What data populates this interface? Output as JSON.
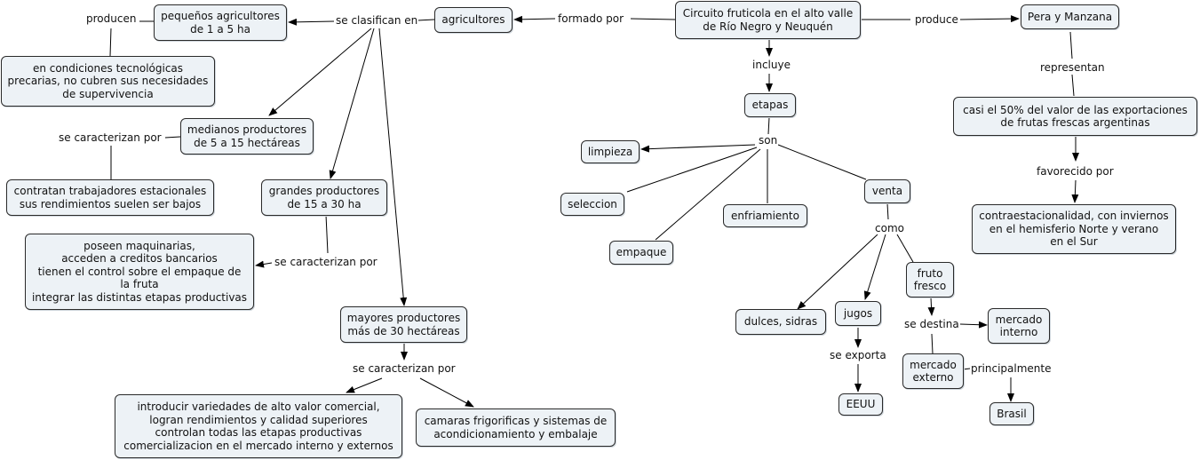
{
  "nodes": {
    "circuito": "Circuito fruticola en el alto valle\nde Río Negro y Neuquén",
    "agricultores": "agricultores",
    "pequenos": "pequeños agricultores\nde 1 a 5 ha",
    "pequenos_desc": "en condiciones tecnológicas\nprecarias, no cubren sus necesidades\nde supervivencia",
    "medianos": "medianos productores\nde 5 a 15 hectáreas",
    "medianos_desc": "contratan trabajadores estacionales\nsus rendimientos suelen ser bajos",
    "grandes": "grandes productores\nde 15 a 30 ha",
    "grandes_desc": "poseen maquinarias,\nacceden a creditos bancarios\ntienen el control sobre el empaque de\nla fruta\nintegrar las distintas etapas productivas",
    "mayores": "mayores productores\nmás de 30 hectáreas",
    "mayores_desc1": "introducir variedades de alto valor comercial,\nlogran rendimientos y calidad superiores\ncontrolan todas las etapas productivas\ncomercializacion en el mercado interno y externos",
    "mayores_desc2": "camaras frigorificas y sistemas de\nacondicionamiento y embalaje",
    "etapas": "etapas",
    "limpieza": "limpieza",
    "seleccion": "seleccion",
    "empaque": "empaque",
    "enfriamiento": "enfriamiento",
    "venta": "venta",
    "dulces": "dulces, sidras",
    "jugos": "jugos",
    "eeuu": "EEUU",
    "fruto_fresco": "fruto\nfresco",
    "mercado_interno": "mercado\ninterno",
    "mercado_externo": "mercado\nexterno",
    "brasil": "Brasil",
    "pera_manzana": "Pera y Manzana",
    "exportaciones": "casi el 50% del valor de las exportaciones\nde frutas frescas argentinas",
    "contraestacionalidad": "contraestacionalidad, con inviernos\nen el hemisferio Norte y verano\nen el Sur"
  },
  "links": {
    "formado_por": "formado por",
    "se_clasifican_en": "se clasifican en",
    "producen": "producen",
    "se_caracterizan_medianos": "se caracterizan por",
    "se_caracterizan_grandes": "se caracterizan por",
    "se_caracterizan_mayores": "se caracterizan por",
    "incluye": "incluye",
    "son": "son",
    "como": "como",
    "se_exporta": "se exporta",
    "se_destina": "se destina",
    "principalmente": "principalmente",
    "produce": "produce",
    "representan": "representan",
    "favorecido_por": "favorecido por"
  },
  "colors": {
    "node_fill": "#edf2f6",
    "node_border": "#2a2a2a",
    "line": "#000000"
  }
}
